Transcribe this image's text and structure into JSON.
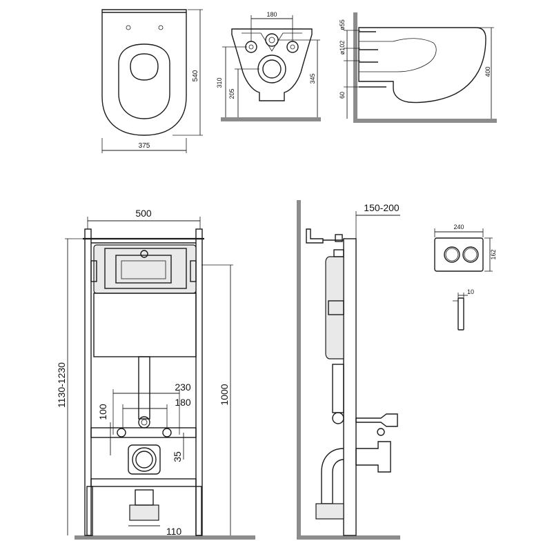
{
  "dimensions": {
    "bowl_top": {
      "length": "540",
      "width": "375"
    },
    "bowl_rear": {
      "width": "180",
      "height_a": "310",
      "height_b": "205",
      "height_c": "345"
    },
    "bowl_side": {
      "pipe_top": "ø55",
      "pipe_main": "ø102",
      "offset": "60",
      "height": "400"
    },
    "frame_front": {
      "width": "500",
      "height_range": "1130-1230",
      "height_total": "1000",
      "spacing_outer": "230",
      "spacing_inner": "180",
      "offset_vertical": "100",
      "drain_offset": "35",
      "drain_width": "110"
    },
    "frame_side": {
      "depth_range": "150-200"
    },
    "flush_plate": {
      "width": "240",
      "height": "162",
      "thickness": "10"
    }
  }
}
